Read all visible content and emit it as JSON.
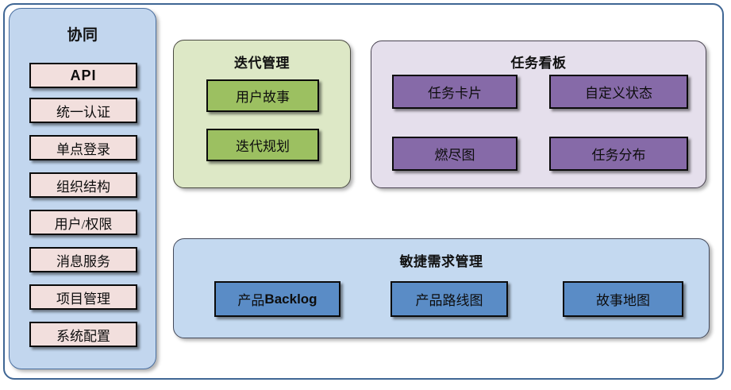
{
  "diagram": {
    "type": "architecture-block-diagram",
    "title_visible": false,
    "colors": {
      "outer_frame_border": "#3f6694",
      "sidebar_bg": "#c2d6ee",
      "sidebar_chip_bg": "#f2dfdd",
      "iteration_panel_bg": "#dde8c6",
      "iteration_box_bg": "#9cc061",
      "taskboard_panel_bg": "#e5dfec",
      "taskboard_box_bg": "#866aa8",
      "agile_panel_bg": "#c4d9f0",
      "agile_box_bg": "#5a8cc6",
      "box_border": "#0b0b0b"
    }
  },
  "sidebar": {
    "title": "协同",
    "items": [
      {
        "label": "API",
        "style": "sans"
      },
      {
        "label": "统一认证",
        "style": "serif"
      },
      {
        "label": "单点登录",
        "style": "serif"
      },
      {
        "label": "组织结构",
        "style": "serif"
      },
      {
        "label": "用户/权限",
        "style": "serif"
      },
      {
        "label": "消息服务",
        "style": "serif"
      },
      {
        "label": "项目管理",
        "style": "serif"
      },
      {
        "label": "系统配置",
        "style": "serif"
      }
    ]
  },
  "iteration_panel": {
    "title": "迭代管理",
    "items": [
      {
        "label": "用户故事"
      },
      {
        "label": "迭代规划"
      }
    ]
  },
  "taskboard_panel": {
    "title": "任务看板",
    "items": [
      {
        "label": "任务卡片"
      },
      {
        "label": "自定义状态"
      },
      {
        "label": "燃尽图"
      },
      {
        "label": "任务分布"
      }
    ]
  },
  "agile_panel": {
    "title": "敏捷需求管理",
    "items": [
      {
        "label_cn": "产品",
        "label_en": "Backlog"
      },
      {
        "label_cn": "产品路线图",
        "label_en": ""
      },
      {
        "label_cn": "故事地图",
        "label_en": ""
      }
    ]
  }
}
